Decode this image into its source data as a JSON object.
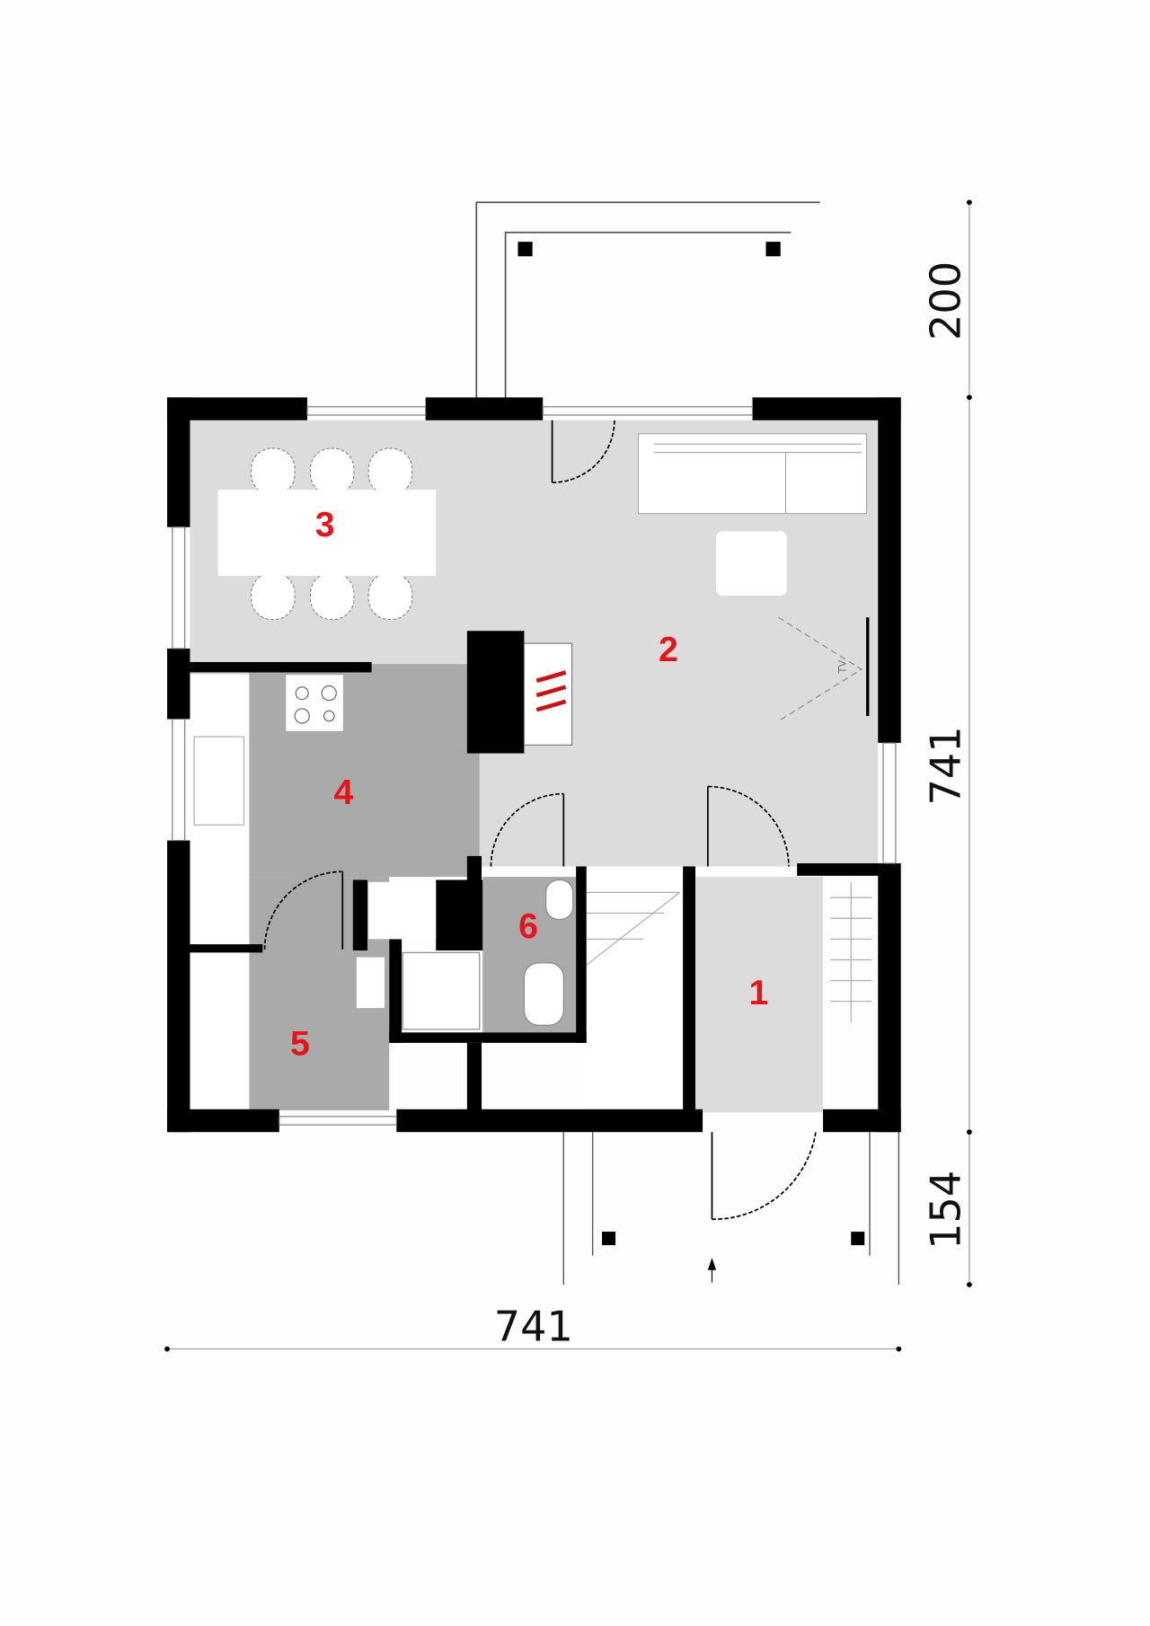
{
  "plan": {
    "rooms": [
      {
        "number": "1"
      },
      {
        "number": "2"
      },
      {
        "number": "3"
      },
      {
        "number": "4"
      },
      {
        "number": "5"
      },
      {
        "number": "6"
      }
    ],
    "dimensions": {
      "top_right": "200",
      "right": "741",
      "bottom_right": "154",
      "bottom": "741"
    },
    "tv_label": "TV"
  },
  "colors": {
    "wall": "#000000",
    "floor_light": "#dcdcdc",
    "floor_dark": "#aaaaaa",
    "room_number": "#e8141b"
  }
}
